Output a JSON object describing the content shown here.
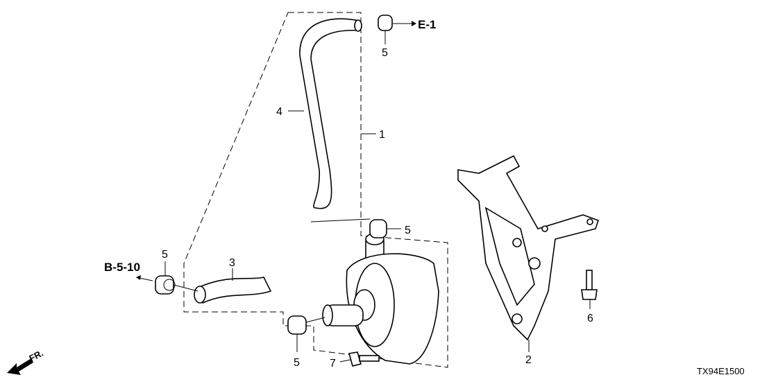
{
  "diagram": {
    "callouts": [
      {
        "id": "1",
        "part": "pipe-assembly"
      },
      {
        "id": "2",
        "part": "bracket"
      },
      {
        "id": "3",
        "part": "hose-lower"
      },
      {
        "id": "4",
        "part": "hose-upper"
      },
      {
        "id": "5",
        "part": "clip-top"
      },
      {
        "id": "5",
        "part": "clip-pump-inlet"
      },
      {
        "id": "5",
        "part": "clip-left"
      },
      {
        "id": "5",
        "part": "clip-pump-outlet"
      },
      {
        "id": "6",
        "part": "bolt-bracket"
      },
      {
        "id": "7",
        "part": "bolt-pump"
      }
    ],
    "references": {
      "e1": "E-1",
      "b510": "B-5-10"
    },
    "front_indicator": "FR.",
    "diagram_code": "TX94E1500"
  }
}
